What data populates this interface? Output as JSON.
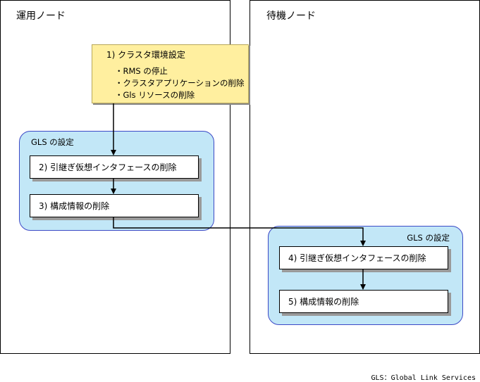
{
  "nodes": {
    "active": {
      "title": "運用ノード"
    },
    "standby": {
      "title": "待機ノード"
    }
  },
  "cluster_setup": {
    "title": "1) クラスタ環境設定",
    "items": [
      "・RMS の停止",
      "・クラスタアプリケーションの削除",
      "・Gls リソースの削除"
    ]
  },
  "active_gls": {
    "label": "GLS の設定",
    "steps": [
      "2) 引継ぎ仮想インタフェースの削除",
      "3) 構成情報の削除"
    ]
  },
  "standby_gls": {
    "label": "GLS の設定",
    "steps": [
      "4) 引継ぎ仮想インタフェースの削除",
      "5) 構成情報の削除"
    ]
  },
  "footnote": "GLS：Global Link Services",
  "colors": {
    "env_fill": "#ffef9f",
    "gls_fill": "#c2e7f7",
    "gls_border": "#3c49c6"
  }
}
